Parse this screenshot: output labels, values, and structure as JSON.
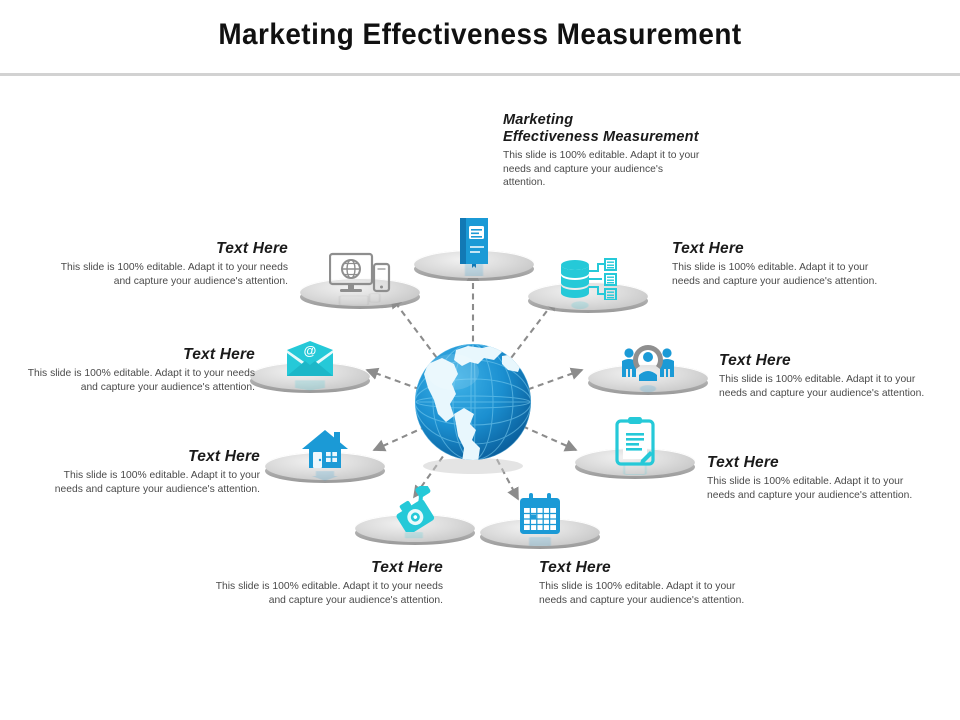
{
  "slide": {
    "title": "Marketing Effectiveness Measurement",
    "background_color": "#ffffff",
    "divider_color": "#d2d2d2",
    "accent_blue": "#1b9ad6",
    "accent_cyan": "#25c9d8",
    "accent_gray": "#9a9a9a",
    "arrow_color": "#8c8c8c"
  },
  "center": {
    "icon": "globe-icon",
    "label": "world-globe-americas"
  },
  "heading_block": {
    "heading_line1": "Marketing",
    "heading_line2": "Effectiveness Measurement",
    "body": "This slide is 100% editable. Adapt it to your needs and capture your audience's attention."
  },
  "blocks": [
    {
      "id": "block-top-left",
      "heading": "Text Here",
      "body": "This slide is 100% editable. Adapt it to your needs and capture your audience's attention.",
      "align": "right",
      "icon": "monitor-globe-mobile-icon"
    },
    {
      "id": "block-mid-left-upper",
      "heading": "Text Here",
      "body": "This slide is 100% editable. Adapt it to your needs and capture your audience's attention.",
      "align": "right",
      "icon": "email-envelope-icon"
    },
    {
      "id": "block-mid-left-lower",
      "heading": "Text Here",
      "body": "This slide is 100% editable. Adapt it to your needs and capture your audience's attention.",
      "align": "right",
      "icon": "house-icon"
    },
    {
      "id": "block-bottom-left",
      "heading": "Text Here",
      "body": "This slide is 100% editable. Adapt it to your needs and capture your audience's attention.",
      "align": "right",
      "icon": "camera-icon"
    },
    {
      "id": "block-bottom-right",
      "heading": "Text Here",
      "body": "This slide is 100% editable. Adapt it to your needs and capture your audience's attention.",
      "align": "left",
      "icon": "calendar-icon"
    },
    {
      "id": "block-mid-right-lower",
      "heading": "Text Here",
      "body": "This slide is 100% editable. Adapt it to your needs and capture your audience's attention.",
      "align": "left",
      "icon": "clipboard-icon"
    },
    {
      "id": "block-mid-right-upper",
      "heading": "Text Here",
      "body": "This slide is 100% editable. Adapt it to your needs and capture your audience's attention.",
      "align": "left",
      "icon": "target-audience-icon"
    },
    {
      "id": "block-top-right",
      "heading": "Text Here",
      "body": "This slide is 100% editable. Adapt it to your needs and capture your audience's attention.",
      "align": "left",
      "icon": "database-server-icon"
    },
    {
      "id": "block-top-center",
      "heading": "Marketing Effectiveness Measurement",
      "body": "This slide is 100% editable. Adapt it to your needs and capture your audience's attention.",
      "align": "left",
      "icon": "book-icon"
    }
  ]
}
